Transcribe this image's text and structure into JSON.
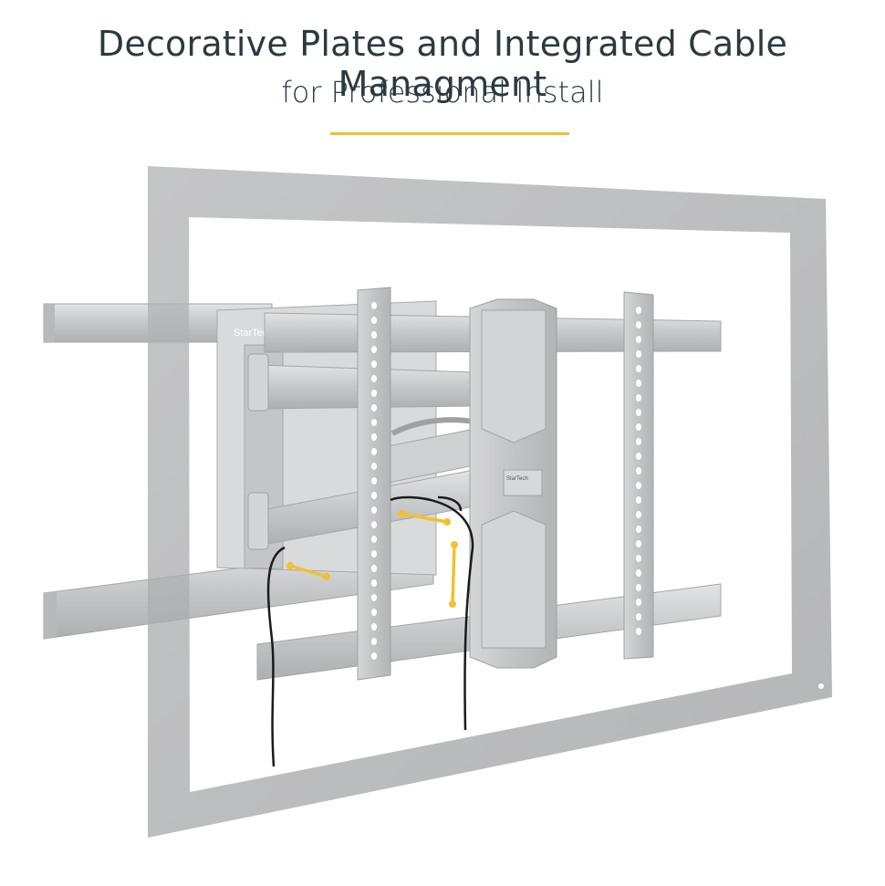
{
  "header": {
    "title": "Decorative Plates and Integrated Cable Managment",
    "subtitle": "for Professional Install"
  },
  "colors": {
    "accent": "#f2c12e",
    "title_text": "#2b3a40",
    "tv_frame": "#a5a6a8",
    "metal": "#c9cacc",
    "cable": "#1b1b1b"
  },
  "illustration": {
    "wall_plate_logo": "StarTech",
    "label_brand": "StarTech",
    "icons": [
      "tv-outline-icon",
      "wall-mount-bracket-icon",
      "cable-icon",
      "arrow-indicator-icon"
    ]
  }
}
